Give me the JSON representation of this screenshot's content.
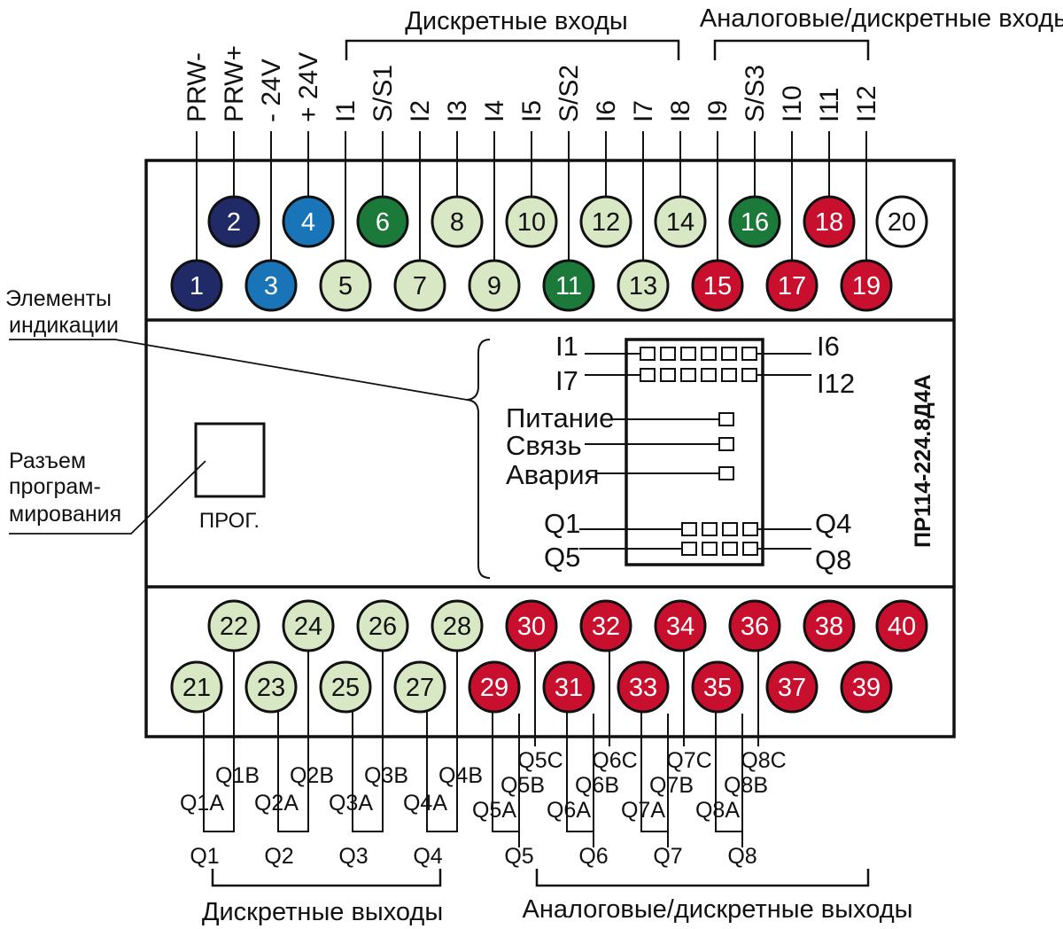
{
  "headers": {
    "top_discrete": "Дискретные входы",
    "top_analog": "Аналоговые/дискретные входы",
    "bottom_discrete": "Дискретные выходы",
    "bottom_analog": "Аналоговые/дискретные выходы"
  },
  "top_pins": [
    {
      "label": "PRW-",
      "pin": 1
    },
    {
      "label": "PRW+",
      "pin": 2
    },
    {
      "label": "- 24V",
      "pin": 3
    },
    {
      "label": "+ 24V",
      "pin": 4
    },
    {
      "label": "I1",
      "pin": 5
    },
    {
      "label": "S/S1",
      "pin": 6
    },
    {
      "label": "I2",
      "pin": 7
    },
    {
      "label": "I3",
      "pin": 8
    },
    {
      "label": "I4",
      "pin": 9
    },
    {
      "label": "I5",
      "pin": 10
    },
    {
      "label": "S/S2",
      "pin": 11
    },
    {
      "label": "I6",
      "pin": 12
    },
    {
      "label": "I7",
      "pin": 13
    },
    {
      "label": "I8",
      "pin": 14
    },
    {
      "label": "I9",
      "pin": 15
    },
    {
      "label": "S/S3",
      "pin": 16
    },
    {
      "label": "I10",
      "pin": 17
    },
    {
      "label": "I11",
      "pin": 18
    },
    {
      "label": "I12",
      "pin": 19
    }
  ],
  "terminal_colors": {
    "navy": "#1f2a66",
    "blue": "#1a74b8",
    "green": "#1b7a3a",
    "light": "#d9e8c4",
    "red": "#c8102e",
    "white": "#ffffff"
  },
  "top_terminals_upper": [
    {
      "num": "2",
      "color": "navy"
    },
    {
      "num": "4",
      "color": "blue"
    },
    {
      "num": "6",
      "color": "green"
    },
    {
      "num": "8",
      "color": "light"
    },
    {
      "num": "10",
      "color": "light"
    },
    {
      "num": "12",
      "color": "light"
    },
    {
      "num": "14",
      "color": "light"
    },
    {
      "num": "16",
      "color": "green"
    },
    {
      "num": "18",
      "color": "red"
    },
    {
      "num": "20",
      "color": "white"
    }
  ],
  "top_terminals_lower": [
    {
      "num": "1",
      "color": "navy"
    },
    {
      "num": "3",
      "color": "blue"
    },
    {
      "num": "5",
      "color": "light"
    },
    {
      "num": "7",
      "color": "light"
    },
    {
      "num": "9",
      "color": "light"
    },
    {
      "num": "11",
      "color": "green"
    },
    {
      "num": "13",
      "color": "light"
    },
    {
      "num": "15",
      "color": "red"
    },
    {
      "num": "17",
      "color": "red"
    },
    {
      "num": "19",
      "color": "red"
    }
  ],
  "bottom_terminals_upper": [
    {
      "num": "22",
      "color": "light"
    },
    {
      "num": "24",
      "color": "light"
    },
    {
      "num": "26",
      "color": "light"
    },
    {
      "num": "28",
      "color": "light"
    },
    {
      "num": "30",
      "color": "red"
    },
    {
      "num": "32",
      "color": "red"
    },
    {
      "num": "34",
      "color": "red"
    },
    {
      "num": "36",
      "color": "red"
    },
    {
      "num": "38",
      "color": "red"
    },
    {
      "num": "40",
      "color": "red"
    }
  ],
  "bottom_terminals_lower": [
    {
      "num": "21",
      "color": "light"
    },
    {
      "num": "23",
      "color": "light"
    },
    {
      "num": "25",
      "color": "light"
    },
    {
      "num": "27",
      "color": "light"
    },
    {
      "num": "29",
      "color": "red"
    },
    {
      "num": "31",
      "color": "red"
    },
    {
      "num": "33",
      "color": "red"
    },
    {
      "num": "35",
      "color": "red"
    },
    {
      "num": "37",
      "color": "red"
    },
    {
      "num": "39",
      "color": "red"
    }
  ],
  "discrete_outputs": [
    {
      "a": "Q1A",
      "b": "Q1B",
      "group": "Q1"
    },
    {
      "a": "Q2A",
      "b": "Q2B",
      "group": "Q2"
    },
    {
      "a": "Q3A",
      "b": "Q3B",
      "group": "Q3"
    },
    {
      "a": "Q4A",
      "b": "Q4B",
      "group": "Q4"
    }
  ],
  "analog_outputs": [
    {
      "a": "Q5A",
      "b": "Q5B",
      "c": "Q5C",
      "group": "Q5"
    },
    {
      "a": "Q6A",
      "b": "Q6B",
      "c": "Q6C",
      "group": "Q6"
    },
    {
      "a": "Q7A",
      "b": "Q7B",
      "c": "Q7C",
      "group": "Q7"
    },
    {
      "a": "Q8A",
      "b": "Q8B",
      "c": "Q8C",
      "group": "Q8"
    }
  ],
  "indication": {
    "in_row1_left": "I1",
    "in_row1_right": "I6",
    "in_row2_left": "I7",
    "in_row2_right": "I12",
    "power": "Питание",
    "link": "Связь",
    "alarm": "Авария",
    "out_row1_left": "Q1",
    "out_row1_right": "Q4",
    "out_row2_left": "Q5",
    "out_row2_right": "Q8"
  },
  "side_labels": {
    "indication_1": "Элементы",
    "indication_2": "индикации",
    "connector_1": "Разъем",
    "connector_2": "програм-",
    "connector_3": "мирования"
  },
  "prog_label": "ПРОГ.",
  "model": "ПР114-224.8Д4А"
}
